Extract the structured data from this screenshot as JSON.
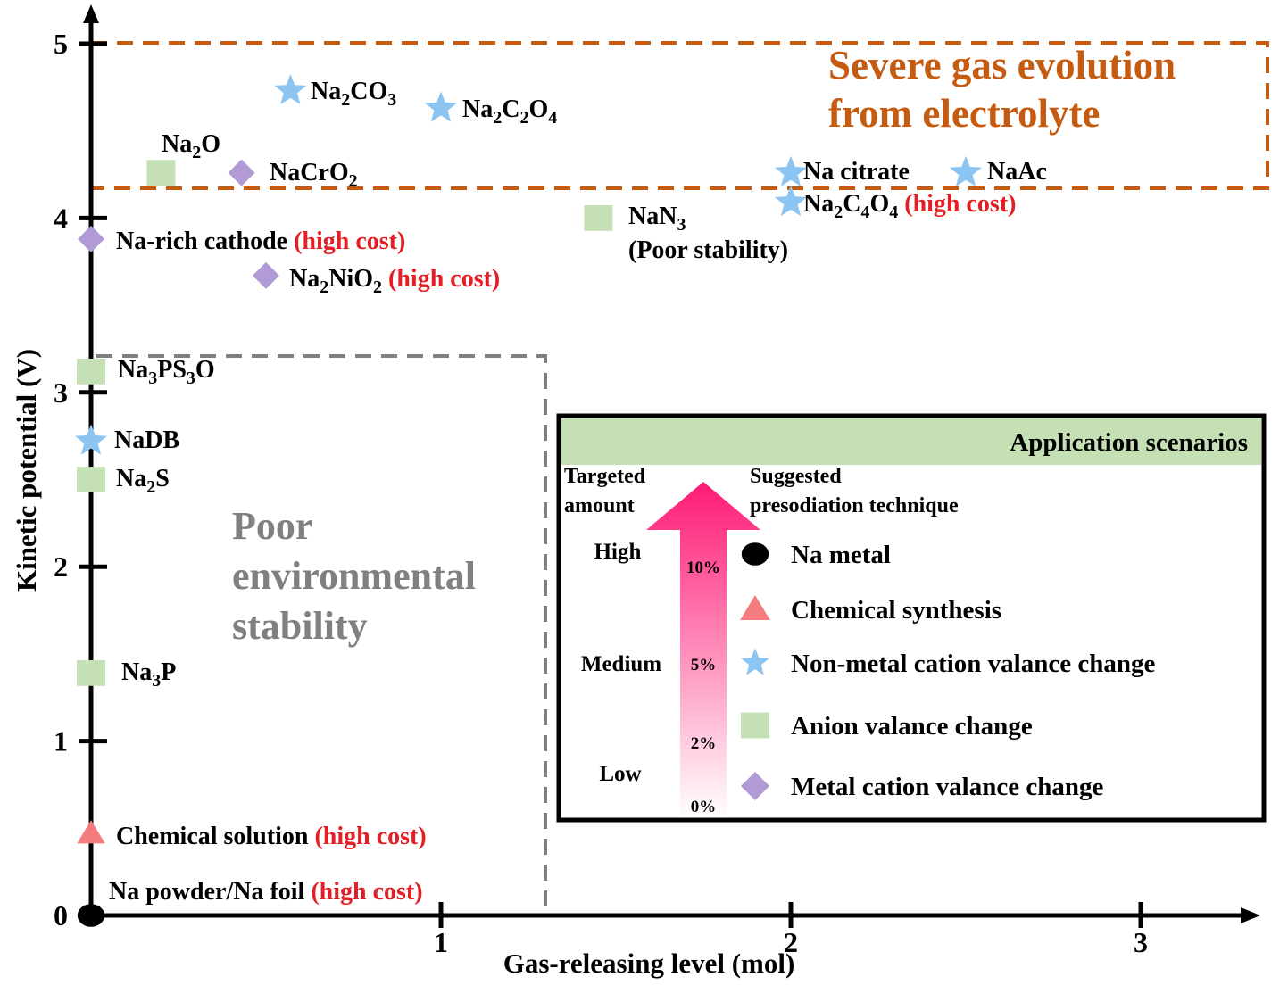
{
  "chart_data": {
    "type": "scatter",
    "xlabel": "Gas-releasing level (mol)",
    "ylabel": "Kinetic potential (V)",
    "xlim": [
      0,
      3.3
    ],
    "ylim": [
      0,
      5
    ],
    "xticks": [
      "1",
      "2",
      "3"
    ],
    "yticks": [
      "0",
      "1",
      "2",
      "3",
      "4",
      "5"
    ],
    "grid": false,
    "points": [
      {
        "text": "Na powder/Na foil",
        "note": "(high cost)",
        "x": 0.0,
        "y": 0.0,
        "category": "Na metal"
      },
      {
        "text": "Chemical solution",
        "note": "(high cost)",
        "x": 0.0,
        "y": 0.47,
        "category": "Chemical synthesis"
      },
      {
        "text": "Na3P",
        "x": 0.0,
        "y": 1.39,
        "category": "Anion valance change"
      },
      {
        "text": "Na2S",
        "x": 0.0,
        "y": 2.5,
        "category": "Anion valance change"
      },
      {
        "text": "NaDB",
        "x": 0.0,
        "y": 2.72,
        "category": "Non-metal cation valance change"
      },
      {
        "text": "Na3PS3O",
        "x": 0.0,
        "y": 3.12,
        "category": "Anion valance change"
      },
      {
        "text": "Na-rich cathode",
        "note": "(high cost)",
        "x": 0.0,
        "y": 3.88,
        "category": "Metal cation valance change"
      },
      {
        "text": "Na2NiO2",
        "note": "(high cost)",
        "x": 0.5,
        "y": 3.67,
        "category": "Metal cation valance change"
      },
      {
        "text": "Na2O",
        "x": 0.2,
        "y": 4.26,
        "category": "Anion valance change"
      },
      {
        "text": "NaCrO2",
        "x": 0.43,
        "y": 4.26,
        "category": "Metal cation valance change"
      },
      {
        "text": "Na2CO3",
        "x": 0.57,
        "y": 4.73,
        "category": "Non-metal cation valance change"
      },
      {
        "text": "Na2C2O4",
        "x": 1.0,
        "y": 4.63,
        "category": "Non-metal cation valance change"
      },
      {
        "text": "NaN3",
        "note": "(Poor stability)",
        "x": 1.45,
        "y": 4.0,
        "category": "Anion valance change"
      },
      {
        "text": "Na citrate",
        "x": 2.0,
        "y": 4.26,
        "category": "Non-metal cation valance change"
      },
      {
        "text": "NaAc",
        "x": 2.5,
        "y": 4.26,
        "category": "Non-metal cation valance change"
      },
      {
        "text": "Na2C4O4",
        "note": "(high cost)",
        "x": 2.0,
        "y": 4.09,
        "category": "Non-metal cation valance change"
      }
    ],
    "annotations": [
      {
        "text": "Severe gas evolution from electrolyte",
        "color": "#c55a11"
      },
      {
        "text": "Poor environmental stability",
        "color": "#808080"
      }
    ],
    "legend": {
      "title": "Application scenarios",
      "col1_header": "Targeted amount",
      "col2_header": "Suggested presodiation technique",
      "levels": [
        "High",
        "Medium",
        "Low"
      ],
      "percentages": [
        "10%",
        "5%",
        "2%",
        "0%"
      ],
      "entries": [
        {
          "label": "Na metal",
          "marker": "circle",
          "color": "#000000"
        },
        {
          "label": "Chemical synthesis",
          "marker": "triangle",
          "color": "#f47c7c"
        },
        {
          "label": "Non-metal cation valance change",
          "marker": "star",
          "color": "#8cc4f2"
        },
        {
          "label": "Anion valance change",
          "marker": "square",
          "color": "#c5e0b4"
        },
        {
          "label": "Metal cation valance change",
          "marker": "diamond",
          "color": "#b29ad6"
        }
      ]
    },
    "colors": {
      "high_cost": "#e31e24",
      "severe_box": "#c55a11",
      "poor_box": "#808080",
      "legend_header": "#c5e0b4",
      "arrow_top": "#ff1a75",
      "arrow_bottom": "#ffffff"
    }
  }
}
